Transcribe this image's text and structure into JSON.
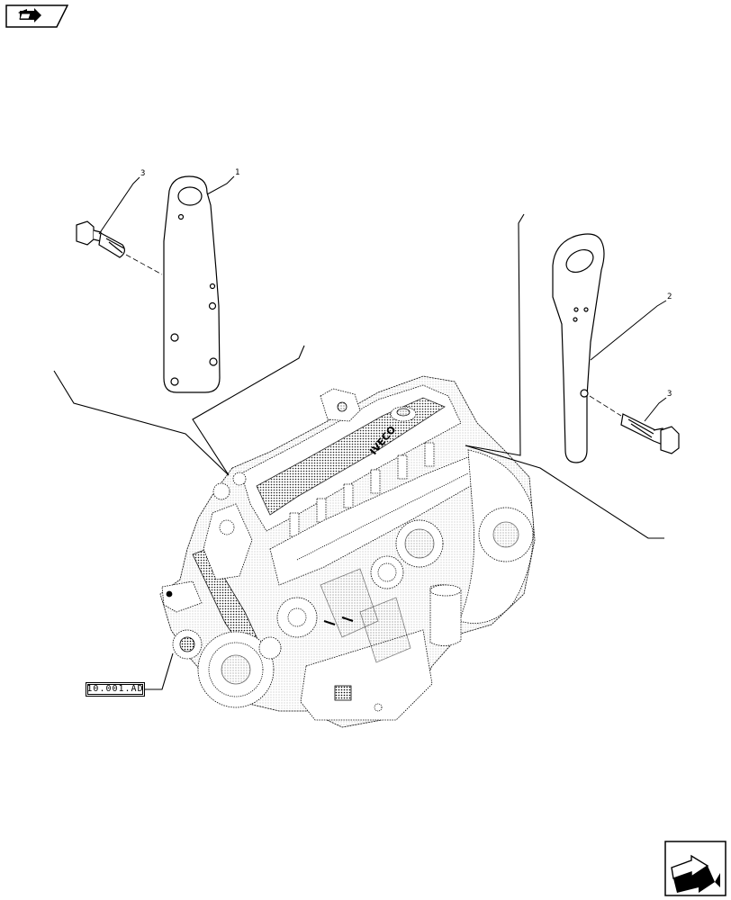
{
  "diagram": {
    "callouts": [
      {
        "id": "c1",
        "label": "1"
      },
      {
        "id": "c2",
        "label": "2"
      },
      {
        "id": "c3a",
        "label": "3"
      },
      {
        "id": "c3b",
        "label": "3"
      }
    ],
    "reference": "10.001.AD",
    "engine_logo": "IVECO"
  },
  "navigation": {
    "top_icon": "book-arrow-icon",
    "bottom_icon": "next-page-arrow-icon"
  }
}
